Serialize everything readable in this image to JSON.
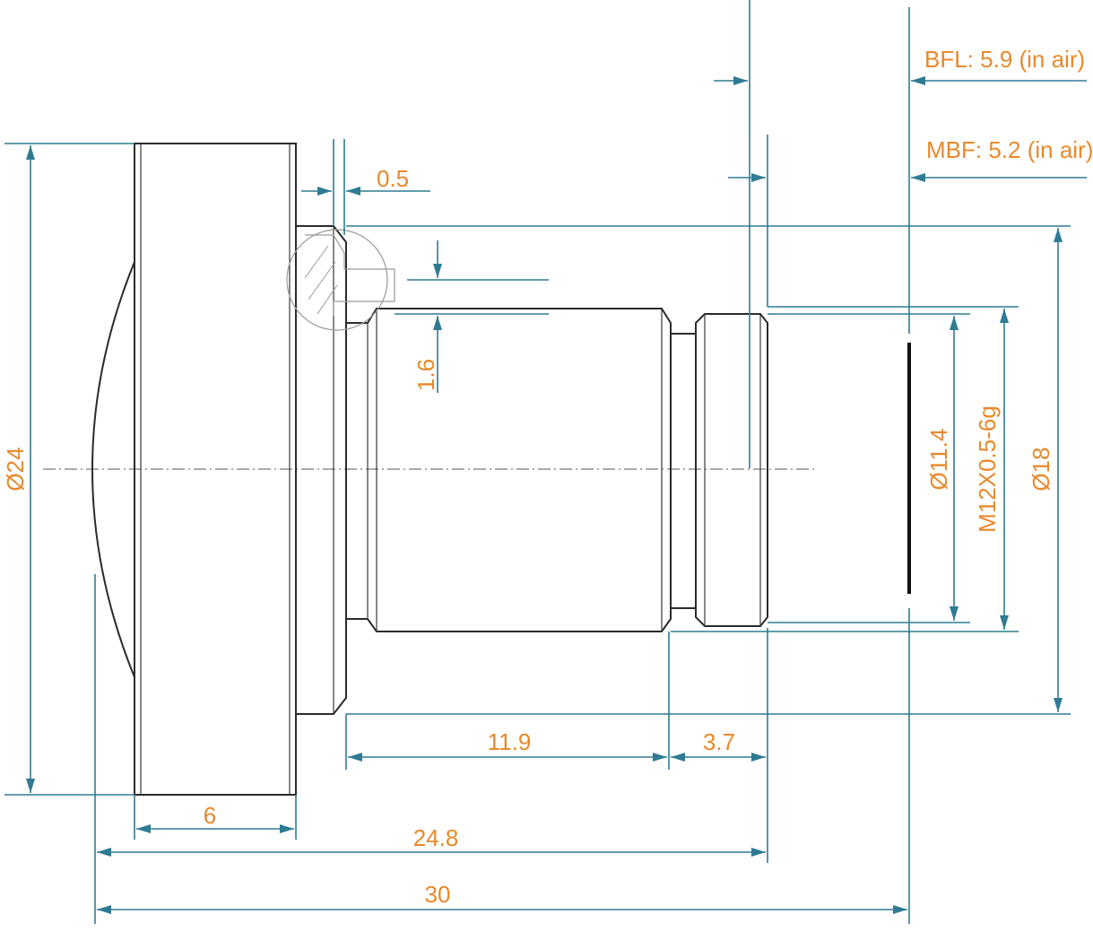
{
  "colors": {
    "dimension_line": "#2f7b93",
    "dimension_text": "#e8892b",
    "part_outline": "#2b2b2b"
  },
  "labels": {
    "bfl": "BFL: 5.9 (in air)",
    "mbf": "MBF: 5.2 (in air)",
    "flange_gap": "0.5",
    "step_height": "1.6",
    "thread_length": "11.9",
    "rear_length": "3.7",
    "flange_width": "6",
    "length_to_back": "24.8",
    "total_length": "30",
    "flange_diameter": "Ø24",
    "rear_diameter": "Ø11.4",
    "thread_spec": "M12X0.5-6g",
    "body_diameter": "Ø18"
  }
}
